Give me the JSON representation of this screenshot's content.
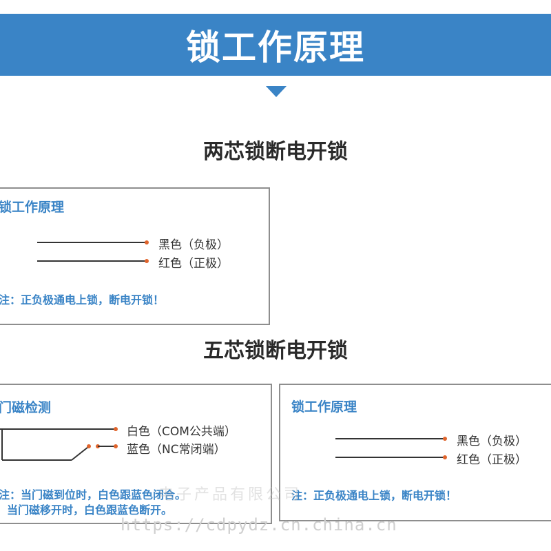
{
  "banner": {
    "title": "锁工作原理"
  },
  "section1": {
    "title": "两芯锁断电开锁",
    "box": {
      "title": "锁工作原理",
      "wires": [
        {
          "label": "黑色（负极）"
        },
        {
          "label": "红色（正极）"
        }
      ],
      "note": "注：正负极通电上锁，断电开锁！"
    }
  },
  "section2": {
    "title": "五芯锁断电开锁",
    "left_box": {
      "title": "门磁检测",
      "wires": [
        {
          "label": "白色（COM公共端）"
        },
        {
          "label": "蓝色（NC常闭端）"
        }
      ],
      "note_line1": "注：当门磁到位时，白色跟蓝色闭合。",
      "note_line2": "当门磁移开时，白色跟蓝色断开。"
    },
    "right_box": {
      "title": "锁工作原理",
      "wires": [
        {
          "label": "黑色（负极）"
        },
        {
          "label": "红色（正极）"
        }
      ],
      "note": "注：正负极通电上锁，断电开锁！"
    }
  },
  "watermark": {
    "url": "https://cdpydz.cn.china.cn",
    "company": "电子产品有限公司"
  },
  "colors": {
    "accent": "#3a84c6",
    "wire": "#333333",
    "terminal": "#e0642c",
    "border": "#8e8e8e"
  }
}
